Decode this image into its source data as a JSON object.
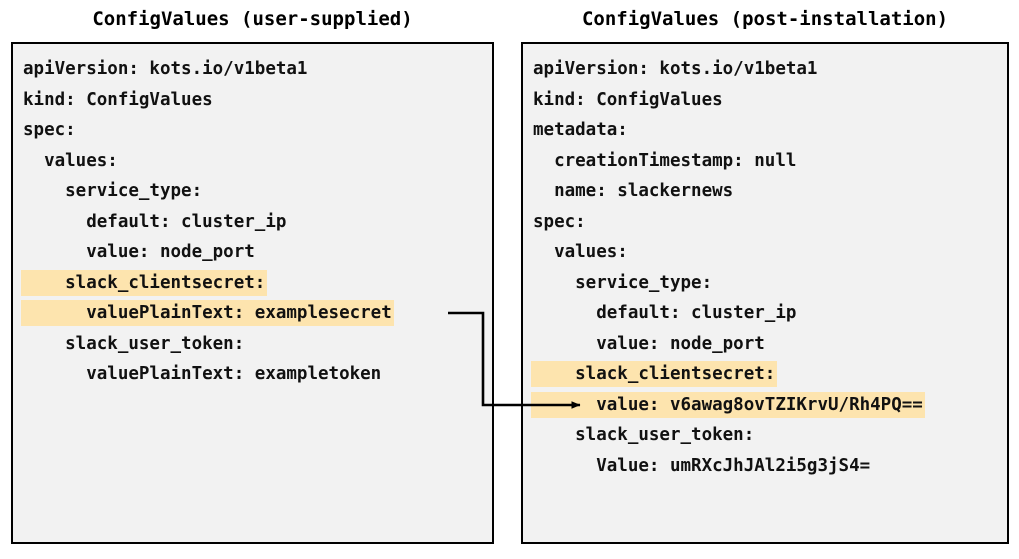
{
  "panels": {
    "left": {
      "title": "ConfigValues (user-supplied)",
      "lines": [
        {
          "text": "apiVersion: kots.io/v1beta1",
          "highlight": false
        },
        {
          "text": "kind: ConfigValues",
          "highlight": false
        },
        {
          "text": "spec:",
          "highlight": false
        },
        {
          "text": "  values:",
          "highlight": false
        },
        {
          "text": "    service_type:",
          "highlight": false
        },
        {
          "text": "      default: cluster_ip",
          "highlight": false
        },
        {
          "text": "      value: node_port",
          "highlight": false
        },
        {
          "text": "    slack_clientsecret:",
          "highlight": true
        },
        {
          "text": "      valuePlainText: examplesecret",
          "highlight": true
        },
        {
          "text": "    slack_user_token:",
          "highlight": false
        },
        {
          "text": "      valuePlainText: exampletoken",
          "highlight": false
        }
      ]
    },
    "right": {
      "title": "ConfigValues (post-installation)",
      "lines": [
        {
          "text": "apiVersion: kots.io/v1beta1",
          "highlight": false
        },
        {
          "text": "kind: ConfigValues",
          "highlight": false
        },
        {
          "text": "metadata:",
          "highlight": false
        },
        {
          "text": "  creationTimestamp: null",
          "highlight": false
        },
        {
          "text": "  name: slackernews",
          "highlight": false
        },
        {
          "text": "spec:",
          "highlight": false
        },
        {
          "text": "  values:",
          "highlight": false
        },
        {
          "text": "    service_type:",
          "highlight": false
        },
        {
          "text": "      default: cluster_ip",
          "highlight": false
        },
        {
          "text": "      value: node_port",
          "highlight": false
        },
        {
          "text": "    slack_clientsecret:",
          "highlight": true
        },
        {
          "text": "      value: v6awag8ovTZIKrvU/Rh4PQ==",
          "highlight": true
        },
        {
          "text": "    slack_user_token:",
          "highlight": false
        },
        {
          "text": "      Value: umRXcJhJAl2i5g3jS4=",
          "highlight": false
        }
      ]
    }
  },
  "connector": {
    "label": "plaintext-to-encrypted-arrow",
    "color": "#000000"
  },
  "colors": {
    "panel_background": "#f2f2f2",
    "panel_border": "#000000",
    "highlight": "#fde4ae",
    "text": "#111111"
  }
}
